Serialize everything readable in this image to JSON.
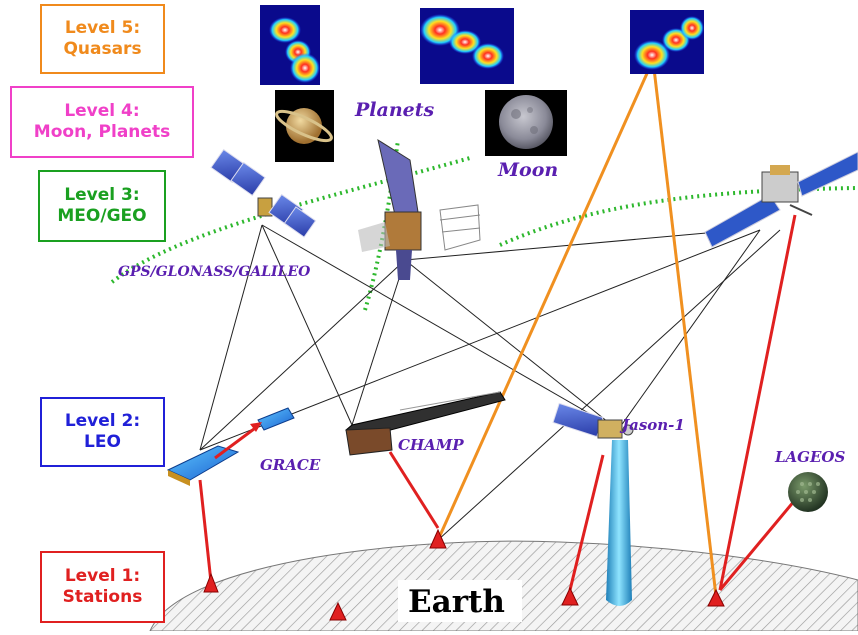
{
  "levels": [
    {
      "line1": "Level 5:",
      "line2": "Quasars",
      "color": "#f08a1c"
    },
    {
      "line1": "Level 4:",
      "line2": "Moon, Planets",
      "color": "#f040c8"
    },
    {
      "line1": "Level 3:",
      "line2": "MEO/GEO",
      "color": "#1aa020"
    },
    {
      "line1": "Level 2:",
      "line2": "LEO",
      "color": "#2020d8"
    },
    {
      "line1": "Level 1:",
      "line2": "Stations",
      "color": "#e02020"
    }
  ],
  "labels": {
    "planets": "Planets",
    "moon": "Moon",
    "gnss": "GPS/GLONASS/GALILEO",
    "grace": "GRACE",
    "champ": "CHAMP",
    "jason": "Jason-1",
    "lageos": "LAGEOS",
    "earth": "Earth"
  },
  "colors": {
    "quasar_link": "#f09020",
    "station_link": "#e02020",
    "orbit": "#2eb82e",
    "label": "#5a1fb0"
  }
}
